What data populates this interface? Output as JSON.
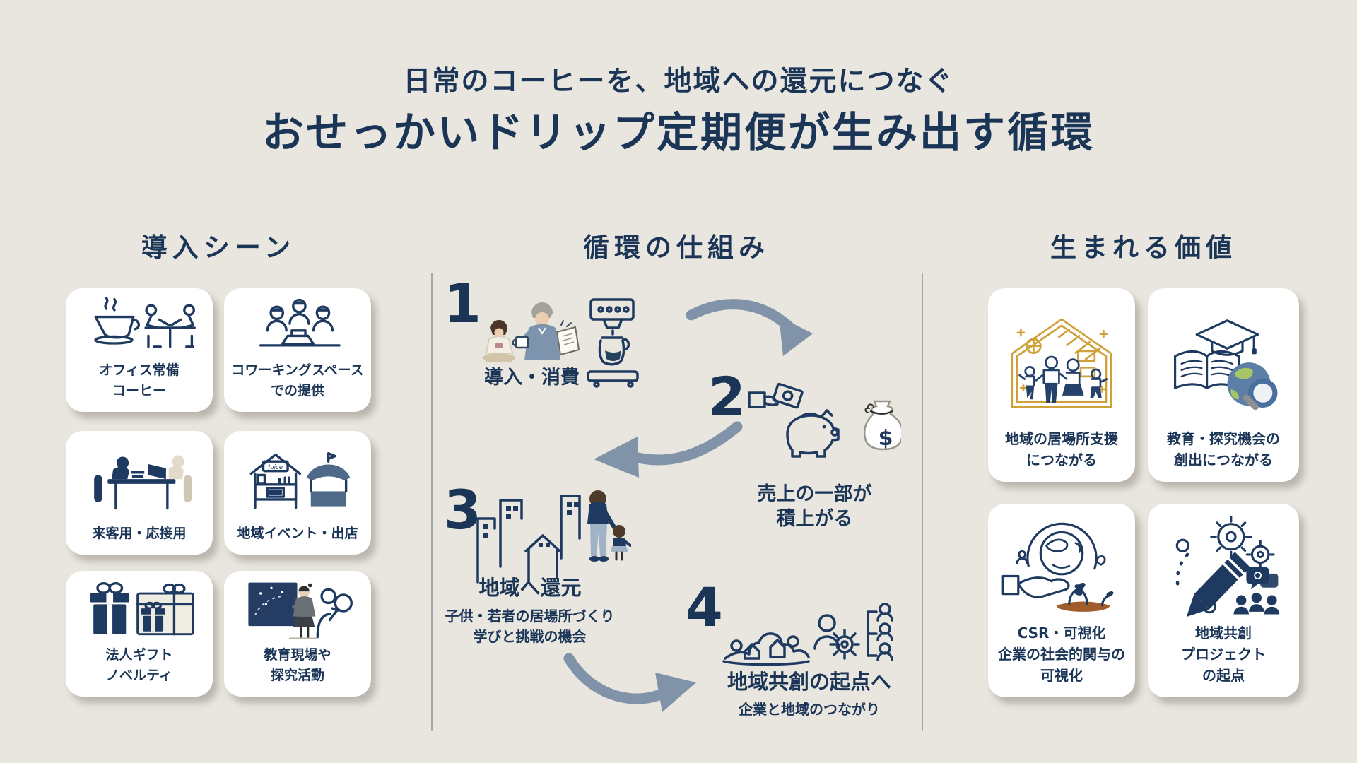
{
  "colors": {
    "background": "#e9e6df",
    "navy": "#1b3557",
    "arrow": "#8093a8",
    "card": "#ffffff",
    "gold": "#cfa13b",
    "globe_blue": "#5d7fa5",
    "leaf_green": "#a6c468",
    "soil_brown": "#a05c2b"
  },
  "header": {
    "subtitle": "日常のコーヒーを、地域への還元につなぐ",
    "title": "おせっかいドリップ定期便が生み出す循環"
  },
  "scenes": {
    "heading": "導入シーン",
    "cards": [
      {
        "icon": "coffee-cup-meeting-icon",
        "lines": [
          "オフィス常備",
          "コーヒー"
        ]
      },
      {
        "icon": "coworking-people-icon",
        "lines": [
          "コワーキングスペース",
          "での提供"
        ]
      },
      {
        "icon": "reception-meeting-icon",
        "lines": [
          "来客用・応接用"
        ]
      },
      {
        "icon": "event-booth-tent-icon",
        "sign": "Juice",
        "lines": [
          "地域イベント・出店"
        ]
      },
      {
        "icon": "gift-boxes-icon",
        "lines": [
          "法人ギフト",
          "ノベルティ"
        ]
      },
      {
        "icon": "classroom-research-icon",
        "lines": [
          "教育現場や",
          "探究活動"
        ]
      }
    ]
  },
  "cycle": {
    "heading": "循環の仕組み",
    "money_symbol": "$",
    "steps": [
      {
        "number": "1",
        "icon": "people-coffee-machine-icon",
        "label_lines": [
          "導入・消費"
        ],
        "sub_lines": []
      },
      {
        "number": "2",
        "icon": "piggy-bank-money-icon",
        "label_lines": [
          "売上の一部が",
          "積上がる"
        ],
        "sub_lines": []
      },
      {
        "number": "3",
        "icon": "city-mother-child-icon",
        "label_lines": [
          "地域へ還元"
        ],
        "sub_lines": [
          "子供・若者の居場所づくり",
          "学びと挑戦の機会"
        ]
      },
      {
        "number": "4",
        "icon": "village-gear-people-icon",
        "label_lines": [
          "地域共創の起点へ"
        ],
        "sub_lines": [
          "企業と地域のつながり"
        ]
      }
    ]
  },
  "values": {
    "heading": "生まれる価値",
    "cards": [
      {
        "icon": "family-house-icon",
        "lines": [
          "地域の居場所支援",
          "につながる"
        ]
      },
      {
        "icon": "book-globe-search-icon",
        "lines": [
          "教育・探究機会の",
          "創出につながる"
        ]
      },
      {
        "icon": "hand-globe-sprout-icon",
        "lines": [
          "CSR・可視化",
          "企業の社会的関与の",
          "可視化"
        ]
      },
      {
        "icon": "pencil-gears-people-icon",
        "lines": [
          "地域共創",
          "プロジェクト",
          "の起点"
        ]
      }
    ]
  }
}
